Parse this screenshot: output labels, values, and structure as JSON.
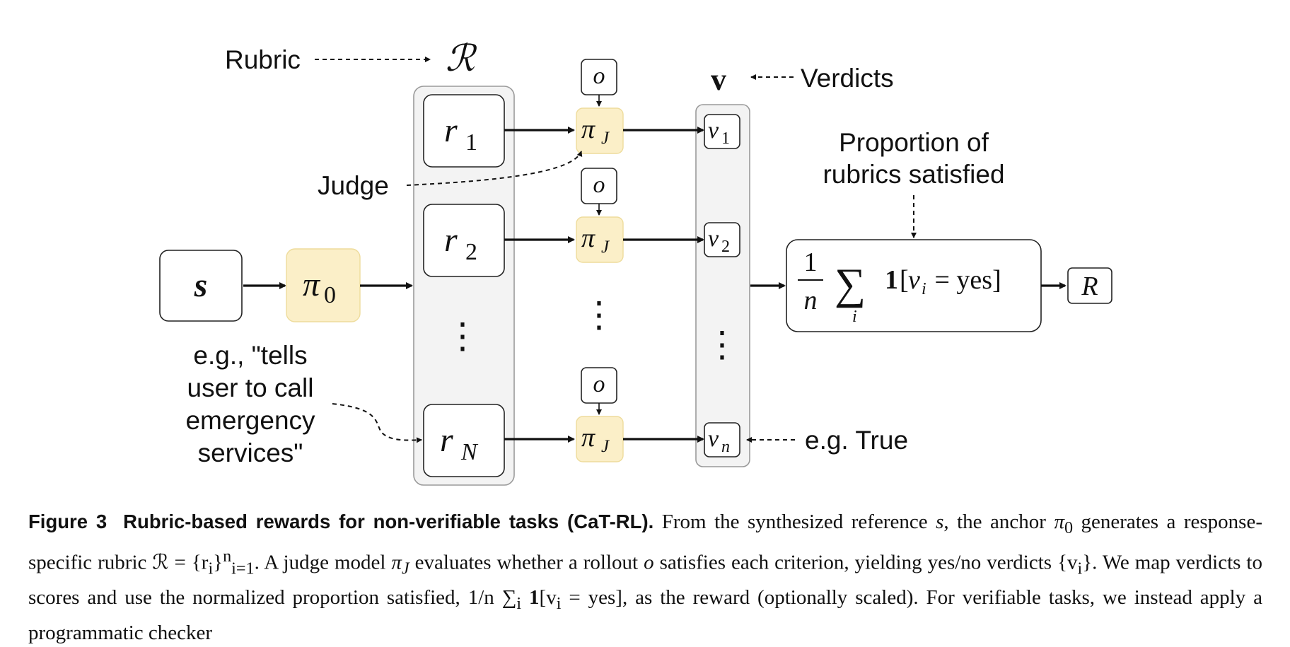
{
  "diagram": {
    "labels": {
      "rubric": "Rubric",
      "rubric_symbol": "ℛ",
      "verdicts": "Verdicts",
      "verdicts_symbol": "v",
      "judge": "Judge",
      "proportion_line1": "Proportion of",
      "proportion_line2": "rubrics satisfied",
      "example_line1": "e.g., \"tells",
      "example_line2": "user to call",
      "example_line3": "emergency",
      "example_line4": "services\"",
      "example_true": "e.g. True"
    },
    "nodes": {
      "state": "s",
      "anchor_base": "π",
      "anchor_sub": "0",
      "judge_base": "π",
      "judge_sub": "J",
      "rollout": "o",
      "rubric_items": [
        {
          "base": "r",
          "sub": "1"
        },
        {
          "base": "r",
          "sub": "2"
        },
        {
          "base": "r",
          "sub": "N"
        }
      ],
      "verdict_items": [
        {
          "base": "v",
          "sub": "1"
        },
        {
          "base": "v",
          "sub": "2"
        },
        {
          "base": "v",
          "sub": "n"
        }
      ],
      "ellipsis": "⋮",
      "formula_num": "1",
      "formula_den": "n",
      "formula_sum": "∑",
      "formula_sum_index": "i",
      "formula_indicator": "1",
      "formula_body_open": "[",
      "formula_var": "v",
      "formula_var_sub": "i",
      "formula_body_rest": " = yes]",
      "reward": "R"
    },
    "colors": {
      "policy_fill": "#fbefc8",
      "column_fill": "#f3f3f3"
    }
  },
  "caption": {
    "figure_label": "Figure 3",
    "figure_title": "Rubric-based rewards for non-verifiable tasks (CaT-RL).",
    "t1": " From the synthesized reference ",
    "s": "s",
    "t2": ", the anchor ",
    "pi0": "π",
    "pi0_sub": "0",
    "t3": " generates a response-specific rubric ",
    "rubric_set": "ℛ = {r",
    "rubric_set_i": "i",
    "rubric_set_close": "}",
    "rubric_set_sup": "n",
    "rubric_set_sub": "i=1",
    "t4": ". A judge model ",
    "piJ": "π",
    "piJ_sub": "J",
    "t5": " evaluates whether a rollout ",
    "o": "o",
    "t6": " satisfies each criterion, yielding yes/no verdicts ",
    "vset": "{v",
    "vset_i": "i",
    "vset_close": "}",
    "t7": ". We map verdicts to scores and use the normalized proportion satisfied, ",
    "inline_formula": "1/n ∑",
    "inline_sum_sub": "i",
    "inline_bold": " 1",
    "inline_rest": "[v",
    "inline_rest_sub": "i",
    "inline_rest2": " = yes]",
    "t8": ", as the reward (optionally scaled). For verifiable tasks, we instead apply a programmatic checker"
  }
}
